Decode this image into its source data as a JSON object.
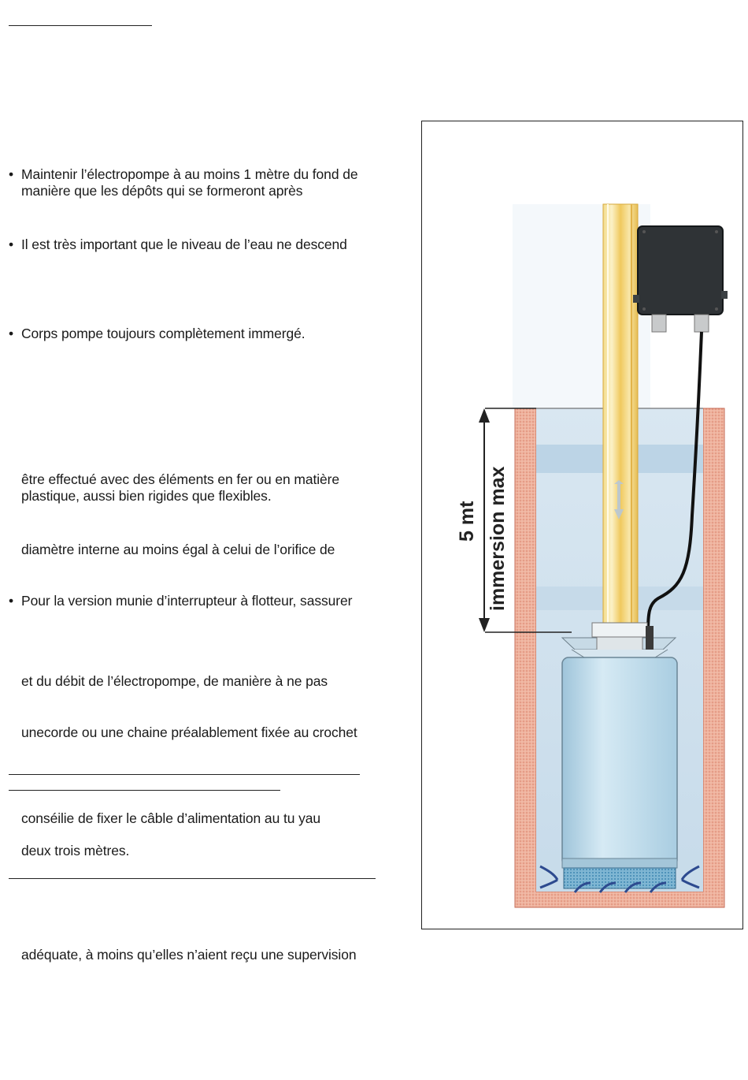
{
  "paragraphs": [
    {
      "bullet": true,
      "lines": [
        "Maintenir l’électropompe à au moins 1 mètre du fond de",
        "manière que les dépôts qui se formeront après"
      ]
    },
    {
      "bullet": true,
      "lines": [
        "Il est très important que le niveau de l’eau ne descend"
      ]
    },
    {
      "bullet": true,
      "lines": [
        "Corps pompe toujours complètement immergé."
      ]
    },
    {
      "bullet": false,
      "lines": [
        "être effectué avec des éléments en fer ou en matière",
        "plastique, aussi bien rigides que flexibles."
      ]
    },
    {
      "bullet": false,
      "lines": [
        "diamètre interne au moins égal à celui de l’orifice de"
      ]
    },
    {
      "bullet": true,
      "lines": [
        "Pour la version munie d’interrupteur à flotteur, sassurer"
      ]
    },
    {
      "bullet": false,
      "lines": [
        "et du débit de l’électropompe, de manière à ne pas"
      ]
    },
    {
      "bullet": false,
      "lines": [
        "unecorde ou une chaine préalablement fixée au crochet"
      ]
    },
    {
      "bullet": false,
      "lines": [
        "conséilie de fixer le câble d’alimentation au tu yau"
      ]
    },
    {
      "bullet": false,
      "lines": [
        "deux trois mètres."
      ]
    },
    {
      "bullet": false,
      "lines": [
        "adéquate, à moins qu’elles n’aient reçu une supervision"
      ]
    }
  ],
  "figure": {
    "depth_value": "5 mt",
    "depth_caption": "immersion max"
  },
  "colors": {
    "text": "#1a1a1a",
    "water": "#c9ddea",
    "wall": "#e9a48c",
    "pump_body": "#bcd9ea",
    "pipe": "#f1d270",
    "box": "#2f3336"
  }
}
